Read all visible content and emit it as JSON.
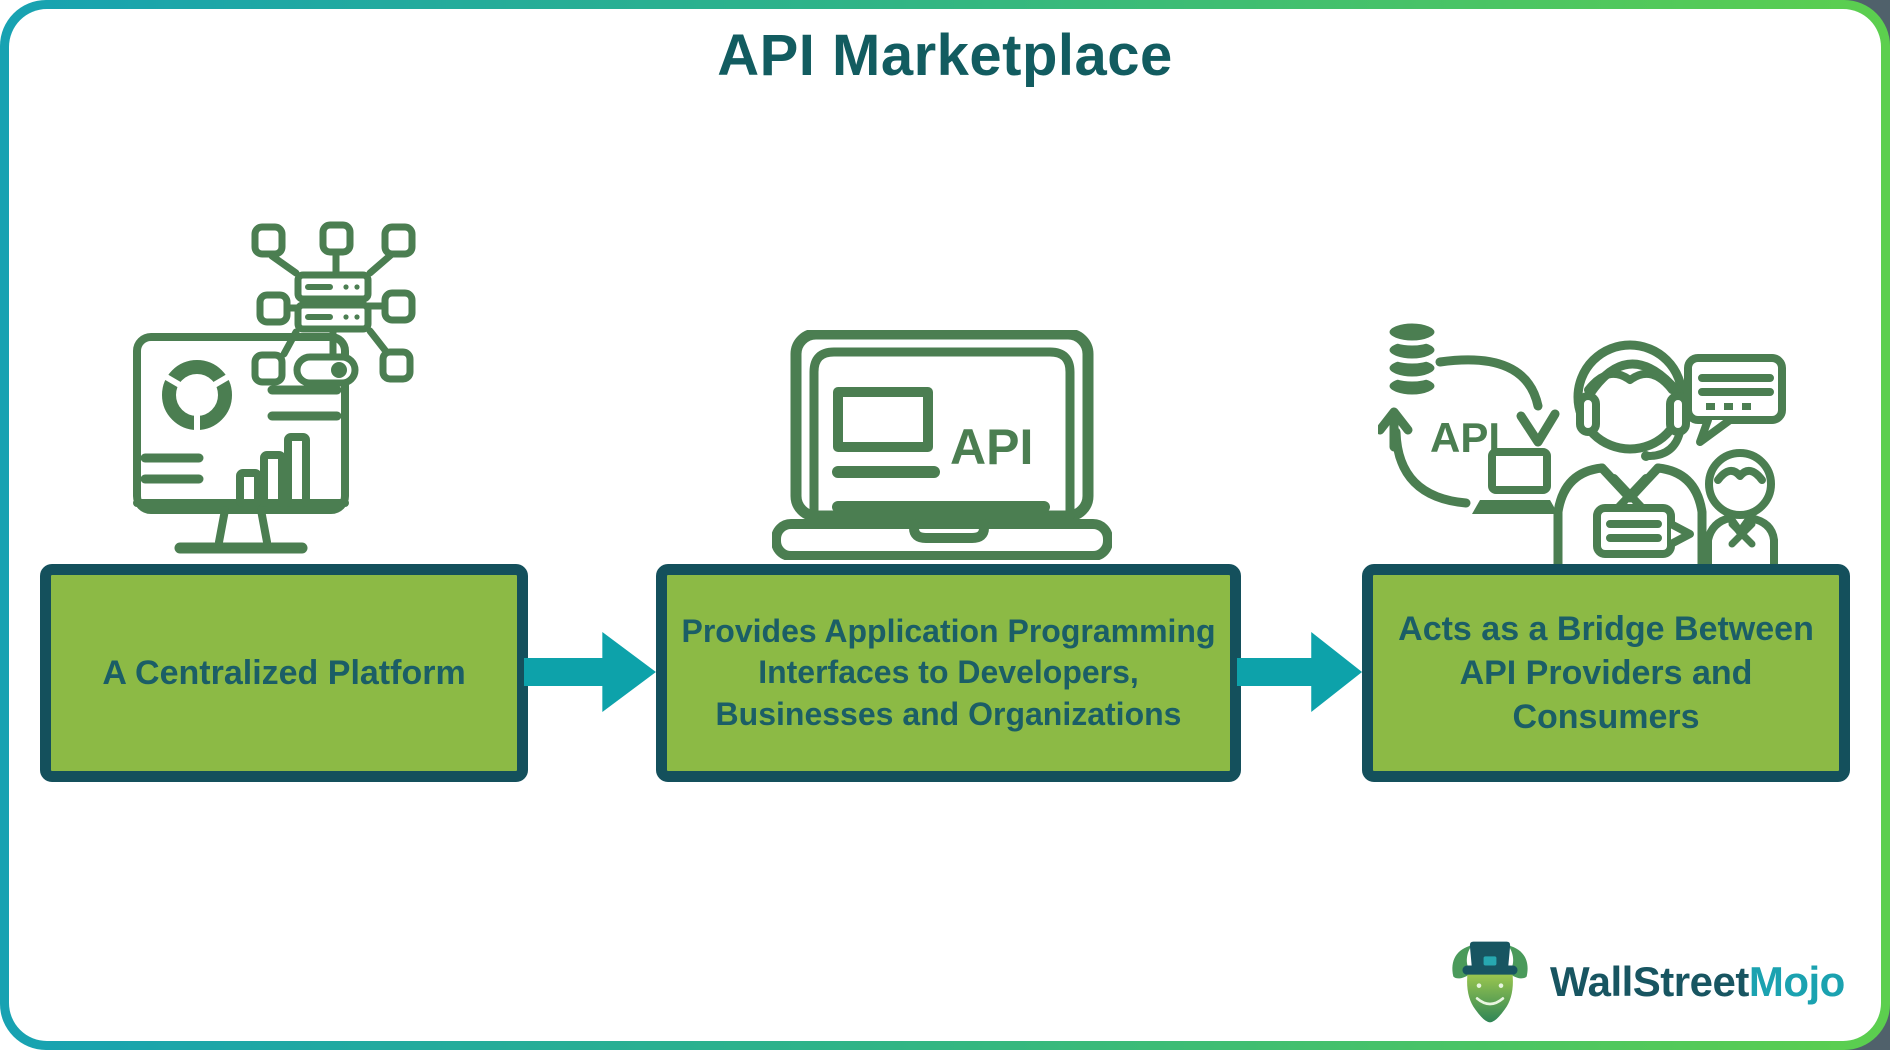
{
  "title": "API Marketplace",
  "flow": {
    "boxes": [
      {
        "label": "A Centralized Platform",
        "icon": "analytics-monitor-network-icon"
      },
      {
        "label": "Provides Application Programming Interfaces to Developers, Businesses and Organizations",
        "icon": "laptop-api-icon"
      },
      {
        "label": "Acts as a Bridge Between API Providers and Consumers",
        "icon": "api-bridge-people-icon"
      }
    ],
    "connectors": [
      "right-arrow",
      "right-arrow"
    ]
  },
  "icons": {
    "laptop_api_label": "API",
    "api_cycle_label": "API"
  },
  "logo": {
    "brand_primary": "WallStreet",
    "brand_accent": "Mojo",
    "mascot": "bull-with-top-hat-icon"
  },
  "colors": {
    "frame_gradient_start": "#17a2b2",
    "frame_gradient_end": "#5ccf4e",
    "box_fill": "#8cba45",
    "box_border": "#14505c",
    "box_text": "#1b5e66",
    "title_text": "#125c60",
    "arrow": "#0da2aa",
    "icon_stroke": "#4b7e51",
    "logo_dark": "#185561",
    "logo_teal": "#1ba2b0",
    "corner_dark": "#50616b"
  }
}
